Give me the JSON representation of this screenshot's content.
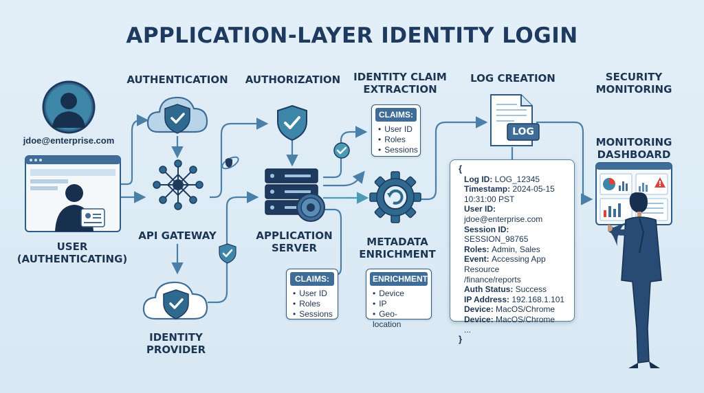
{
  "title": "APPLICATION-LAYER IDENTITY LOGIN",
  "stages": {
    "authentication": "AUTHENTICATION",
    "authorization": "AUTHORIZATION",
    "identity_claim": [
      "IDENTITY CLAIM",
      "EXTRACTION"
    ],
    "log_creation": "LOG CREATION",
    "security_monitoring": [
      "SECURITY",
      "MONITORING"
    ]
  },
  "user": {
    "email": "jdoe@enterprise.com",
    "label": [
      "USER",
      "(AUTHENTICATING)"
    ]
  },
  "nodes": {
    "api_gateway": "API GATEWAY",
    "identity_provider": [
      "IDENTITY",
      "PROVIDER"
    ],
    "application_server": [
      "APPLICATION",
      "SERVER"
    ],
    "metadata_enrichment": [
      "METADATA",
      "ENRICHMENT"
    ],
    "monitoring_dashboard": [
      "MONITORING",
      "DASHBOARD"
    ],
    "log_doc": "LOG"
  },
  "claims_top": {
    "head": "CLAIMS:",
    "items": [
      "User ID",
      "Roles",
      "Sessions"
    ]
  },
  "claims_bottom": {
    "head": "CLAIMS:",
    "items": [
      "User ID",
      "Roles",
      "Sessions"
    ]
  },
  "enrichment": {
    "head": "ENRICHMENT:",
    "items": [
      "Device",
      "IP",
      "Geo-location"
    ]
  },
  "log": {
    "open": "{",
    "close": "}",
    "ellipsis": "...",
    "fields": [
      {
        "key": "Log ID:",
        "value": "LOG_12345"
      },
      {
        "key": "Timestamp:",
        "value": "2024-05-15"
      },
      {
        "key": "",
        "value": "10:31:00 PST"
      },
      {
        "key": "User ID:",
        "value": "jdoe@enterprise.com"
      },
      {
        "key": "Session ID:",
        "value": "SESSION_98765"
      },
      {
        "key": "Roles:",
        "value": "Admin, Sales"
      },
      {
        "key": "Event:",
        "value": "Accessing App Resource"
      },
      {
        "key": "",
        "value": "/finance/reports"
      },
      {
        "key": "Auth Status:",
        "value": "Success"
      },
      {
        "key": "IP Address:",
        "value": "192.168.1.101"
      },
      {
        "key": "Device:",
        "value": "MacOS/Chrome"
      },
      {
        "key": "Device:",
        "value": "MacOS/Chrome"
      }
    ]
  },
  "colors": {
    "navy": "#1e3a5f",
    "accent": "#3f6d97",
    "teal": "#4a9bb5",
    "arrow": "#4a7fa7",
    "alert": "#d9453a"
  }
}
